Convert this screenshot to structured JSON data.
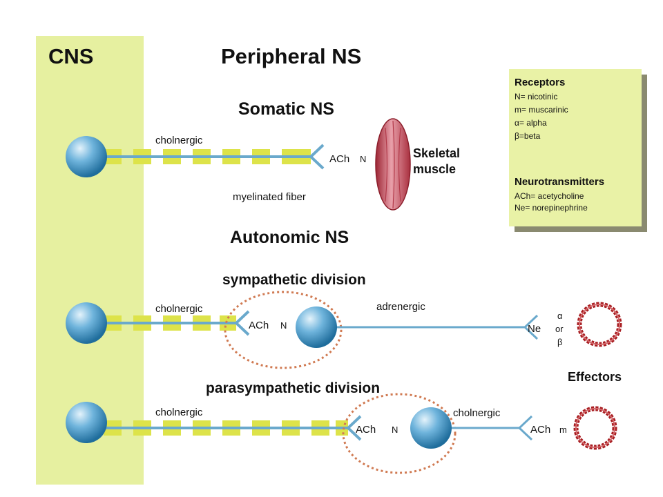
{
  "regions": {
    "cns": "CNS",
    "peripheral": "Peripheral NS"
  },
  "somatic": {
    "title": "Somatic   NS",
    "fiber_label": "cholnergic",
    "myelin_label": "myelinated fiber",
    "transmitter": "ACh",
    "receptor": "N",
    "target_line1": "Skeletal",
    "target_line2": "muscle"
  },
  "autonomic": {
    "title": "Autonomic NS",
    "sympathetic": {
      "title": "sympathetic division",
      "pre_label": "cholnergic",
      "ganglion_transmitter": "ACh",
      "ganglion_receptor": "N",
      "post_label": "adrenergic",
      "effector_transmitter": "Ne",
      "receptors": [
        "α",
        "or",
        "β"
      ]
    },
    "parasympathetic": {
      "title": "parasympathetic division",
      "pre_label": "cholnergic",
      "ganglion_transmitter": "ACh",
      "ganglion_receptor": "N",
      "post_label": "cholnergic",
      "effector_transmitter": "ACh",
      "effector_receptor": "m"
    },
    "effectors_label": "Effectors"
  },
  "key": {
    "receptors_title": "Receptors",
    "receptors": [
      "N= nicotinic",
      "m= muscarinic",
      "α= alpha",
      "β=beta"
    ],
    "transmitters_title": "Neurotransmitters",
    "transmitters": [
      "ACh= acetycholine",
      "Ne= norepinephrine"
    ]
  },
  "colors": {
    "cns_panel": "#e6f0a0",
    "key_box": "#e9f2a6",
    "myelin": "#dde34a",
    "axon": "#6aa9cc",
    "soma": "#4f9fcf",
    "ganglion_ring": "#d07a52",
    "muscle": "#d25262",
    "effector": "#a81e22"
  }
}
